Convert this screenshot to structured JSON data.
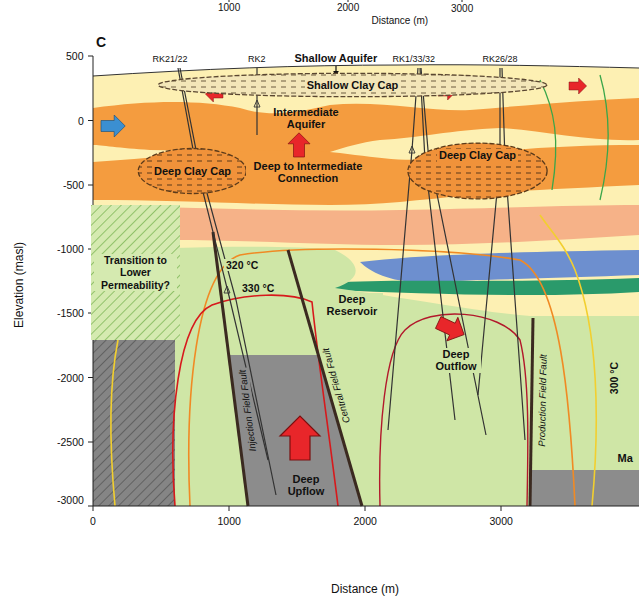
{
  "diagram": {
    "nodes": [
      {
        "text": [
          "Shallow Clay Cap"
        ]
      },
      {
        "text": [
          "Deep Clay Cap"
        ]
      },
      {
        "text": [
          "Deep Clay Cap"
        ]
      },
      {
        "text": [
          "Transition to Lower Permeability?"
        ]
      }
    ],
    "labels": [
      "1000",
      "2000",
      "Distance (m)",
      "3000",
      "C",
      "500",
      "0",
      "-500",
      "-1000",
      "-1500",
      "-2000",
      "-2500",
      "-3000",
      "Elevation (masl)",
      "RK21/22",
      "RK2",
      "Shallow Aquifer",
      "RK1/33/32",
      "RK26/28",
      "Intermediate Aquifer",
      "Deep to Intermediate Connection",
      "320 °C",
      "330 °C",
      "Deep Reservoir",
      "Deep Outflow",
      "300 °C",
      "Injection Field Fault",
      "Central Field Fault",
      "Production Field Fault",
      "Deep Upflow",
      "Ma",
      "0",
      "1000",
      "2000",
      "3000",
      "Distance (m)"
    ]
  }
}
